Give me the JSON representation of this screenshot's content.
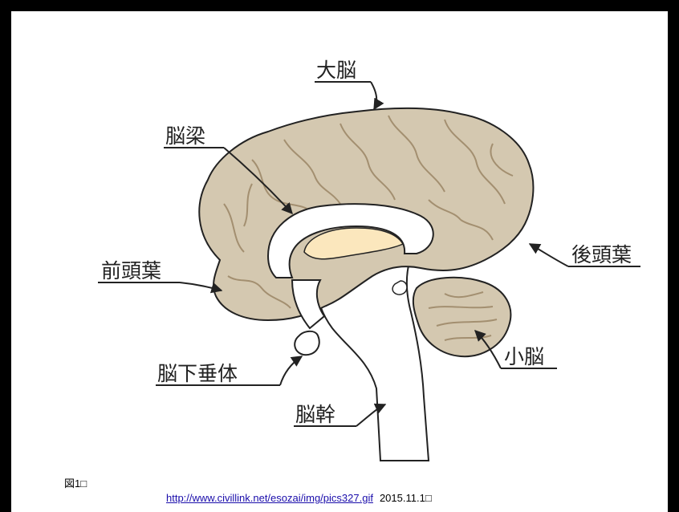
{
  "diagram": {
    "labels": {
      "cerebrum": "大脳",
      "corpus_callosum": "脳梁",
      "frontal_lobe": "前頭葉",
      "occipital_lobe": "後頭葉",
      "pituitary": "脳下垂体",
      "cerebellum": "小脳",
      "brainstem": "脳幹"
    },
    "colors": {
      "brain_fill": "#d4c8b0",
      "gyri_lines": "#a38f70",
      "corpus_callosum_fill": "#fbe7bd",
      "outline": "#222222"
    }
  },
  "caption": "図1□",
  "source": {
    "url": "http://www.civillink.net/esozai/img/pics327.gif",
    "date": "2015.11.1□"
  }
}
